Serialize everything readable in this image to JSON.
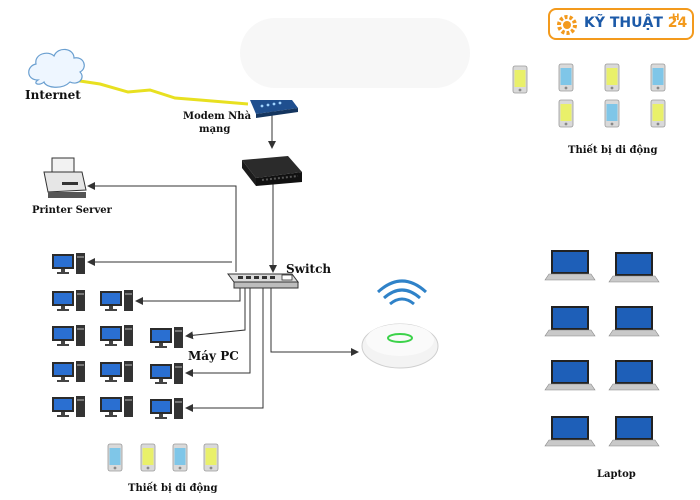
{
  "logo": {
    "brand": "KỸ THUẬT",
    "number": "24",
    "sup": "H"
  },
  "labels": {
    "internet": "Internet",
    "modem_line1": "Modem Nhà",
    "modem_line2": "mạng",
    "printer": "Printer Server",
    "switch": "Switch",
    "pc": "Máy PC",
    "mobile_bottom": "Thiết bị di động",
    "mobile_top": "Thiết bị di động",
    "laptop": "Laptop"
  },
  "colors": {
    "line": "#333333",
    "lightning": "#e8e020",
    "modem": "#1f4f8f",
    "router": "#1c1c1c",
    "screen": "#2a6fd1",
    "phone_screen_a": "#e9f06a",
    "phone_screen_b": "#7fc6e8",
    "laptop_screen": "#1e5fb8",
    "wifi": "#2f82c8",
    "ap_led": "#3cd24a",
    "logo_blue": "#1c5aa8",
    "logo_orange": "#f39a1d"
  },
  "icons": {
    "cloud": "cloud-icon",
    "modem": "modem-icon",
    "router": "router-icon",
    "printer": "printer-icon",
    "switch": "switch-icon",
    "pc": "desktop-pc-icon",
    "access_point": "wifi-access-point-icon",
    "phone": "smartphone-icon",
    "laptop": "laptop-icon"
  }
}
